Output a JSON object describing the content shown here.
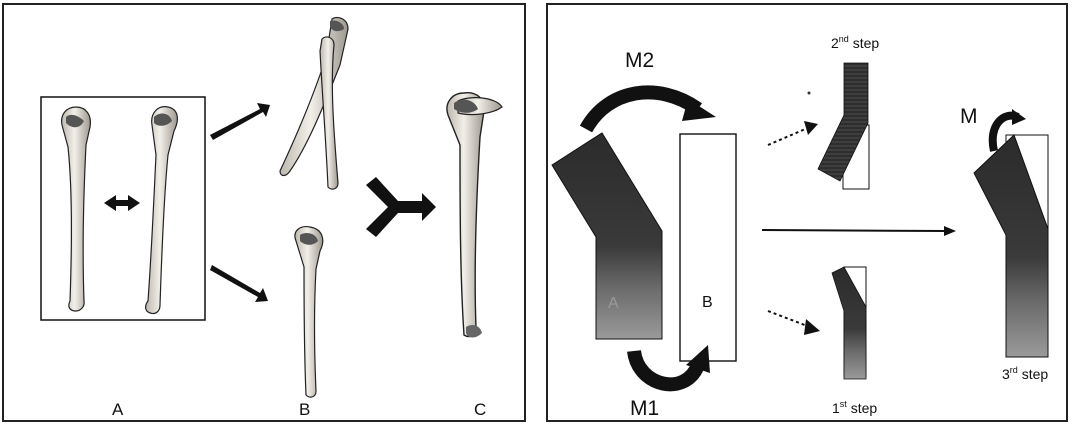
{
  "left_panel": {
    "labels": {
      "a": "A",
      "b": "B",
      "c": "C"
    }
  },
  "right_panel": {
    "labels": {
      "m2": "M2",
      "m1": "M1",
      "m": "M",
      "rect_a": "A",
      "rect_b": "B",
      "step2_num": "2",
      "step2_sup": "nd",
      "step2_word": " step",
      "step1_num": "1",
      "step1_sup": "st",
      "step1_word": " step",
      "step3_num": "3",
      "step3_sup": "rd",
      "step3_word": " step"
    }
  },
  "colors": {
    "ink": "#111111",
    "bone_fill": "#e8e4dc",
    "dark_shade": "#2b2b2b"
  }
}
